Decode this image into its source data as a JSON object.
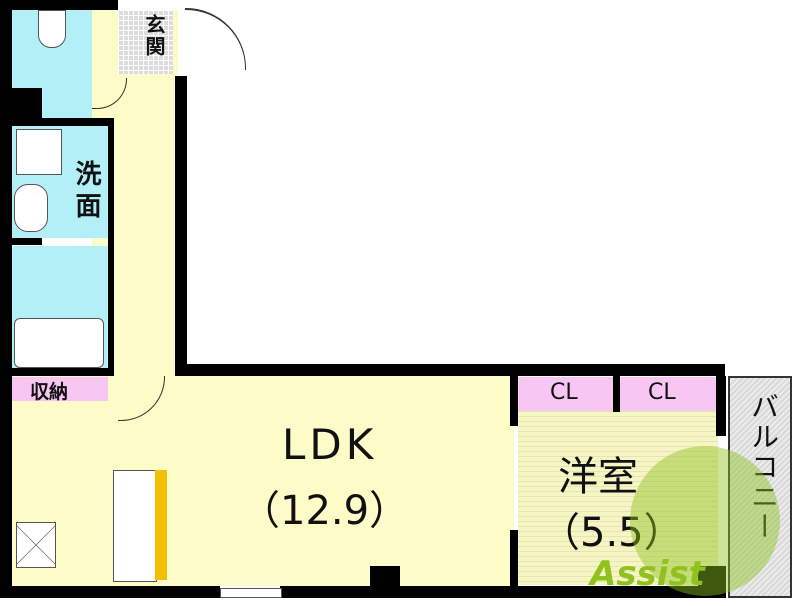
{
  "rooms": {
    "entrance": "玄関",
    "washroom": "洗面",
    "storage": "収納",
    "ldk_name": "LDK",
    "ldk_size": "（12.9）",
    "western_room_name": "洋室",
    "western_room_size": "（5.5）",
    "closet_1": "CL",
    "closet_2": "CL",
    "balcony": "バルコニー"
  },
  "watermark": "Assist",
  "colors": {
    "wet_area": "#b3eff7",
    "living_floor": "#fdfcc9",
    "storage": "#f7c6f2",
    "wall": "#000000",
    "watermark": "#8fc21f"
  }
}
